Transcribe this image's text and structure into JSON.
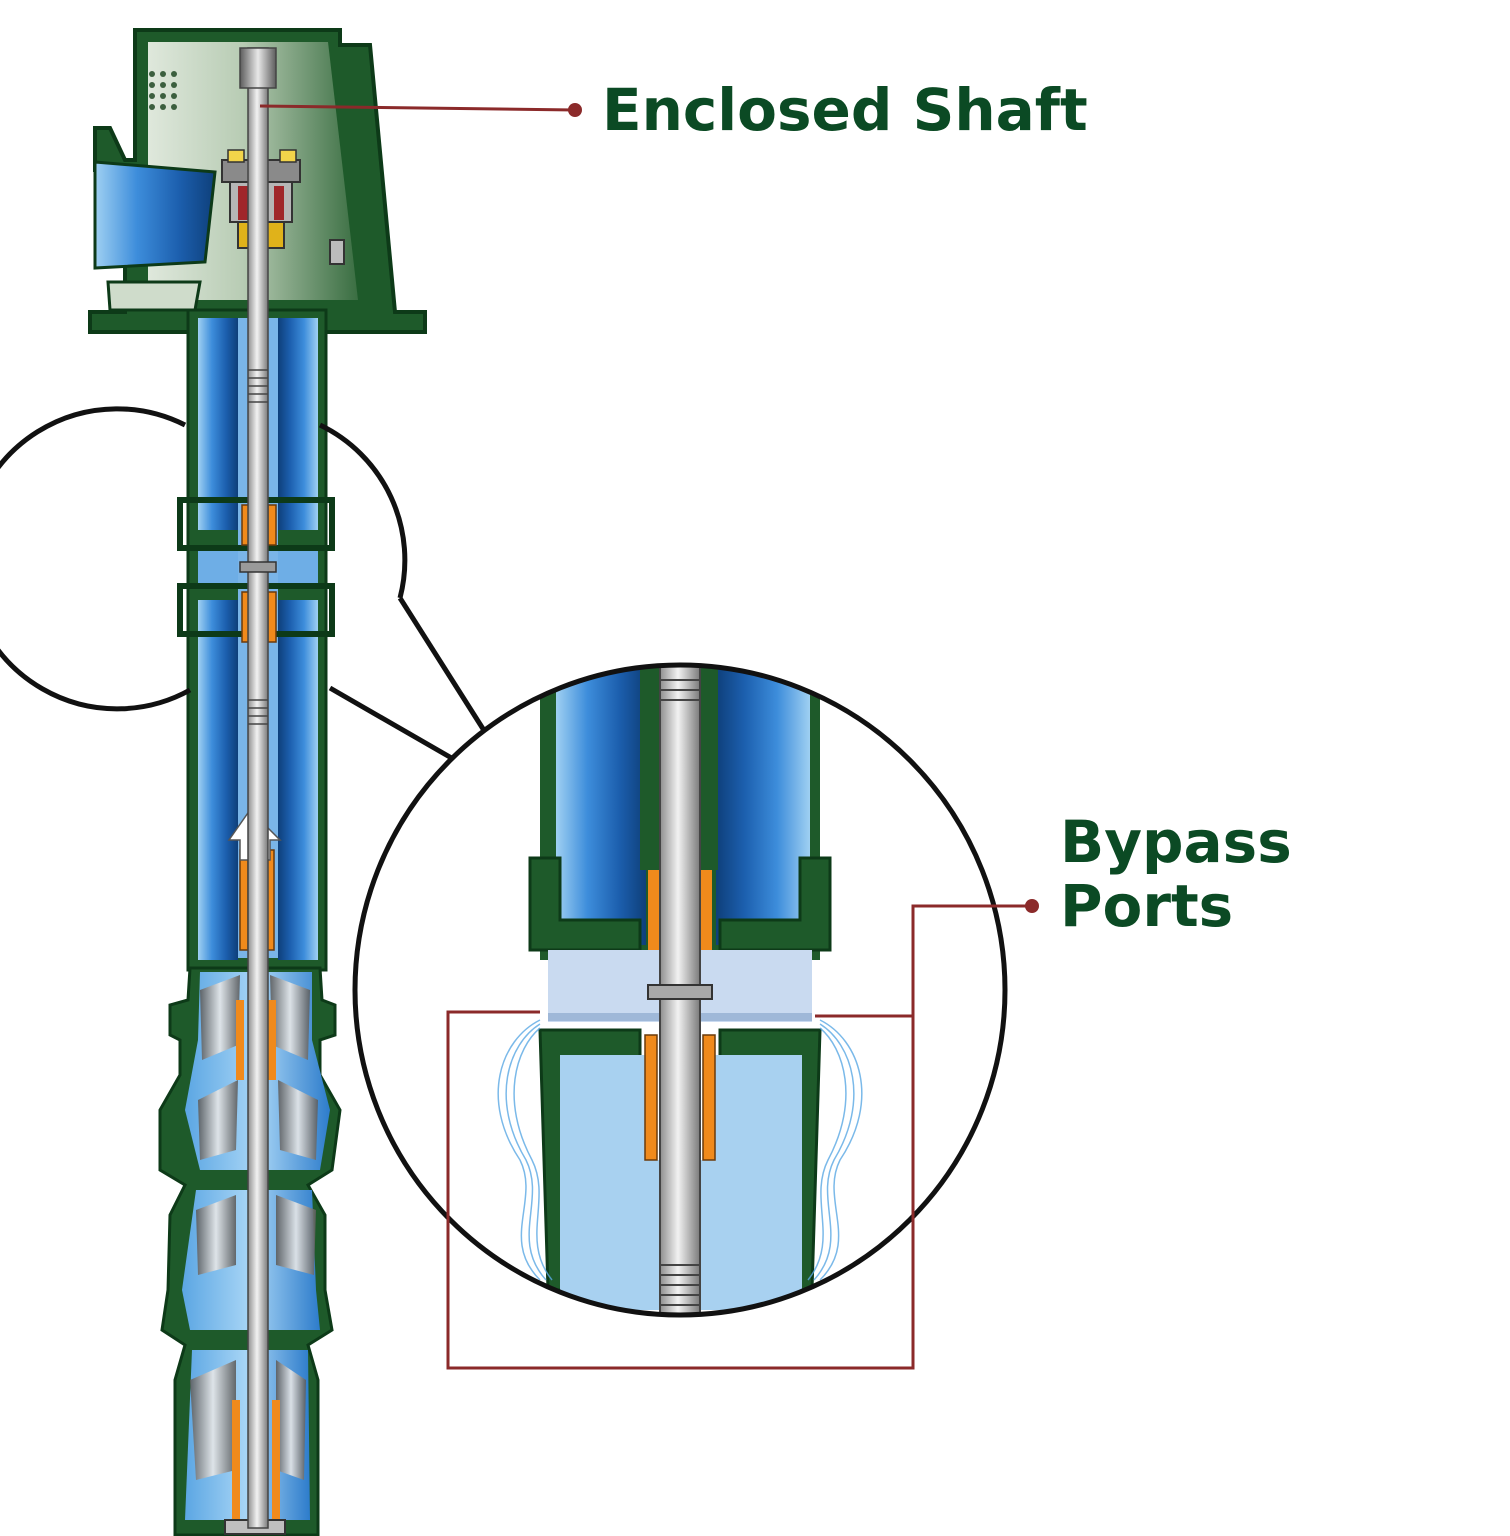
{
  "labels": {
    "enclosed_shaft": "Enclosed Shaft",
    "bypass_line1": "Bypass",
    "bypass_line2": "Ports"
  },
  "colors": {
    "housing_green": "#1e5a2a",
    "housing_outline": "#0d3a18",
    "water_blue": "#2e7fd0",
    "light_blue": "#a8d1f0",
    "bearing_orange": "#f08a1c",
    "leader_red": "#8b2a2a",
    "label_green": "#0b4a24",
    "shaft_gray": "#c8c8c8"
  },
  "icons": {
    "detail_magnifier": "magnifier-callout-icon",
    "flow_arrow": "up-arrow-icon"
  }
}
